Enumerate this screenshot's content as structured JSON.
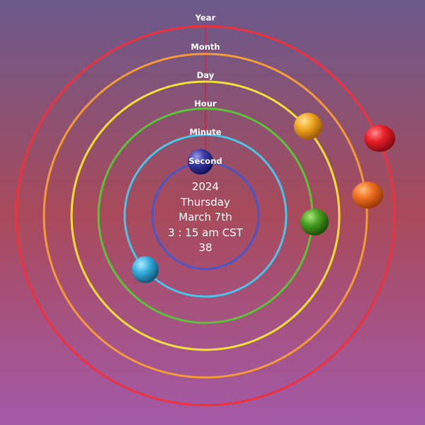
{
  "rings": [
    {
      "key": "year",
      "label": "Year",
      "color": "#f0303a"
    },
    {
      "key": "month",
      "label": "Month",
      "color": "#f59a3a"
    },
    {
      "key": "day",
      "label": "Day",
      "color": "#f5e03a"
    },
    {
      "key": "hour",
      "label": "Hour",
      "color": "#5cc23a"
    },
    {
      "key": "minute",
      "label": "Minute",
      "color": "#4ac4e8"
    },
    {
      "key": "second",
      "label": "Second",
      "color": "#4a56c8"
    }
  ],
  "planets": {
    "year_color": "#e8202a",
    "month_color": "#f07020",
    "day_color": "#f0a820",
    "hour_color": "#4aa020",
    "minute_color": "#38b0e0",
    "second_color": "#3a3aa8"
  },
  "center": {
    "year": "2024",
    "weekday": "Thursday",
    "date": "March 7th",
    "time": "3 : 15 am CST",
    "seconds": "38"
  }
}
